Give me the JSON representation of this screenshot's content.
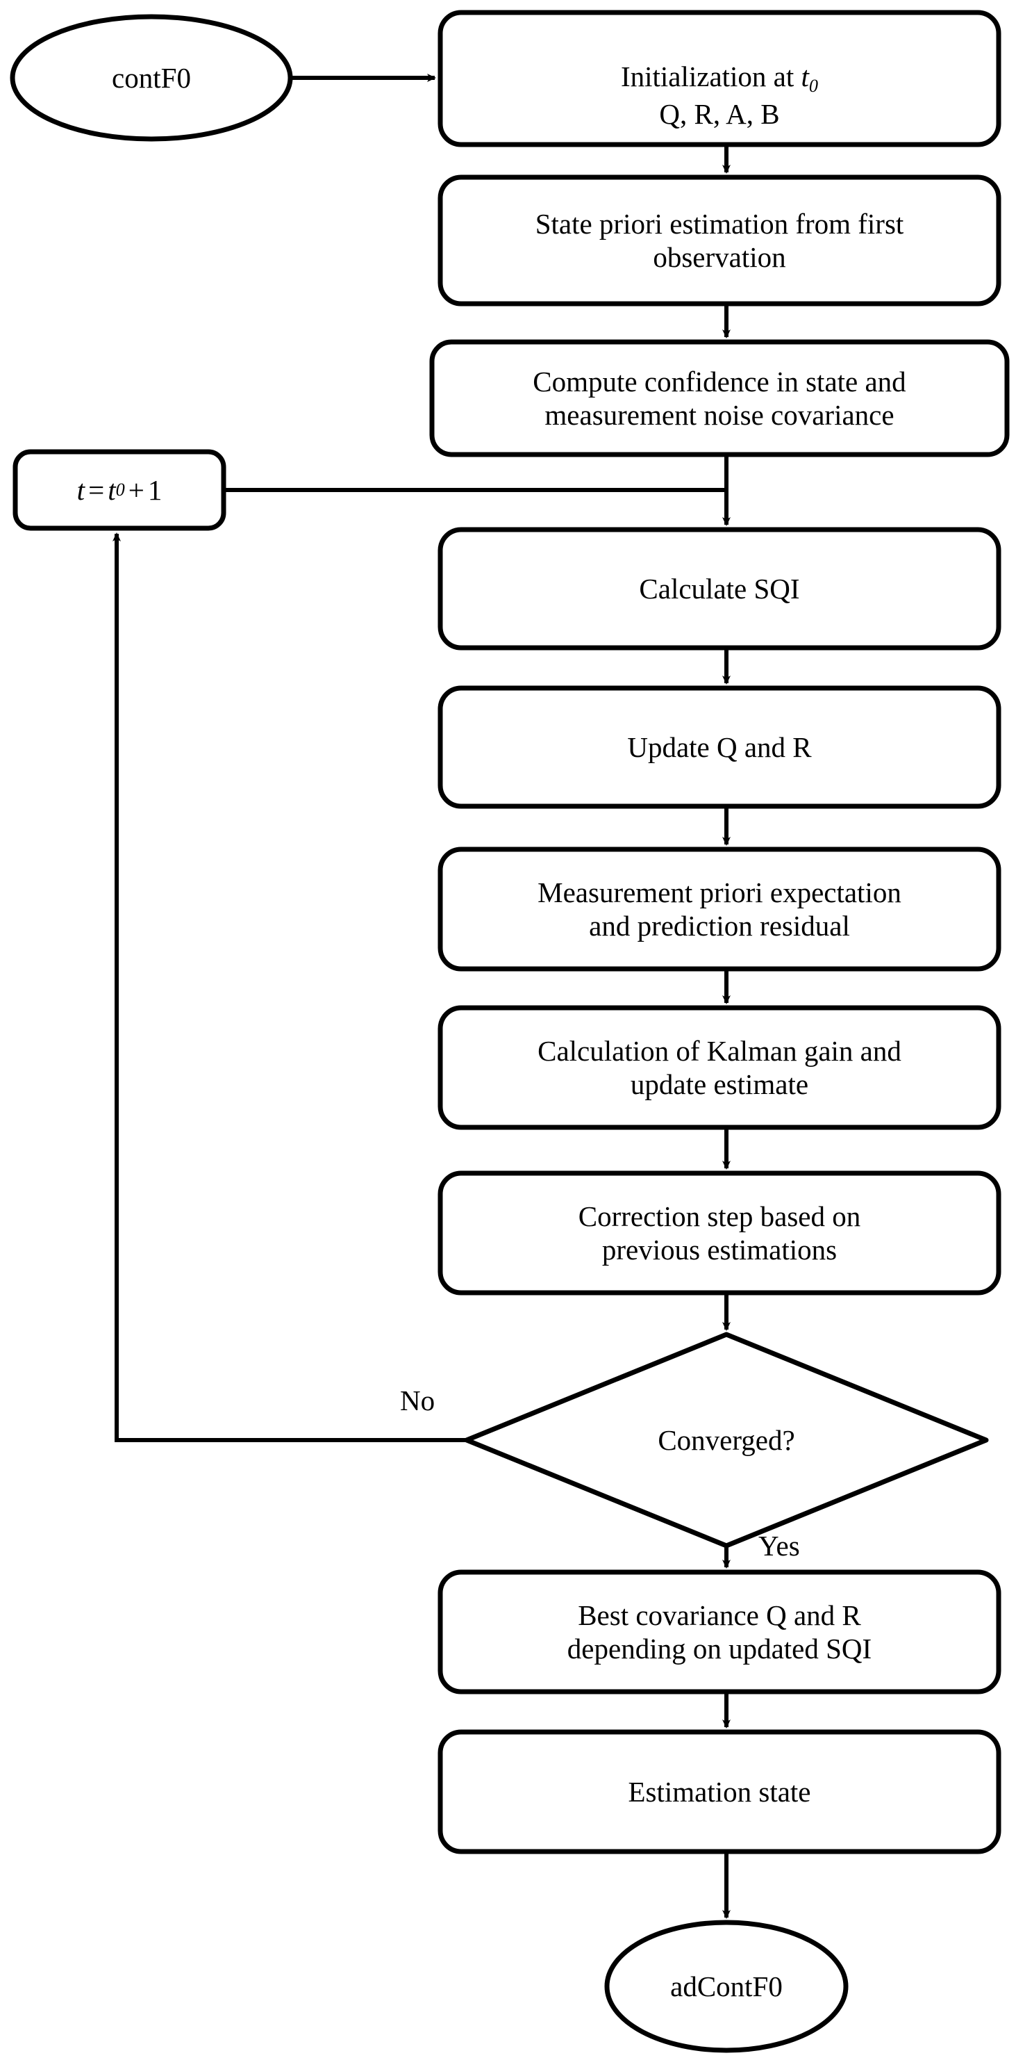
{
  "diagram": {
    "title": "Adaptive Kalman filter flowchart",
    "type": "flowchart",
    "background_color": "#FFFFFF",
    "stroke_color": "#000000"
  },
  "nodes": {
    "start": {
      "shape": "ellipse",
      "label": "contF0"
    },
    "init": {
      "shape": "rounded-rect",
      "line1_prefix": "Initialization at ",
      "line1_var": "t",
      "line1_sub": "0",
      "line2": "Q, R, A, B"
    },
    "state_priori": {
      "shape": "rounded-rect",
      "label": "State priori estimation from first\nobservation"
    },
    "compute_confidence": {
      "shape": "rounded-rect",
      "label": "Compute confidence in state and\nmeasurement noise covariance"
    },
    "time_increment": {
      "shape": "rounded-rect",
      "var_t": "t",
      "eq": "=",
      "var_t0": "t",
      "sub_0": "0",
      "plus": "+",
      "one": "1"
    },
    "calculate_sqi": {
      "shape": "rounded-rect",
      "label": "Calculate SQI"
    },
    "update_qr": {
      "shape": "rounded-rect",
      "label": "Update Q and R"
    },
    "measurement_priori": {
      "shape": "rounded-rect",
      "label": "Measurement priori expectation\nand prediction residual"
    },
    "kalman_gain": {
      "shape": "rounded-rect",
      "label": "Calculation of Kalman gain and\nupdate estimate"
    },
    "correction_step": {
      "shape": "rounded-rect",
      "label": "Correction step based on\nprevious estimations"
    },
    "converged": {
      "shape": "diamond",
      "label": "Converged?"
    },
    "best_covariance": {
      "shape": "rounded-rect",
      "label": "Best covariance Q and R\ndepending on updated SQI"
    },
    "estimation_state": {
      "shape": "rounded-rect",
      "label": "Estimation state"
    },
    "end": {
      "shape": "ellipse",
      "label": "adContF0"
    }
  },
  "edge_labels": {
    "no": "No",
    "yes": "Yes"
  }
}
